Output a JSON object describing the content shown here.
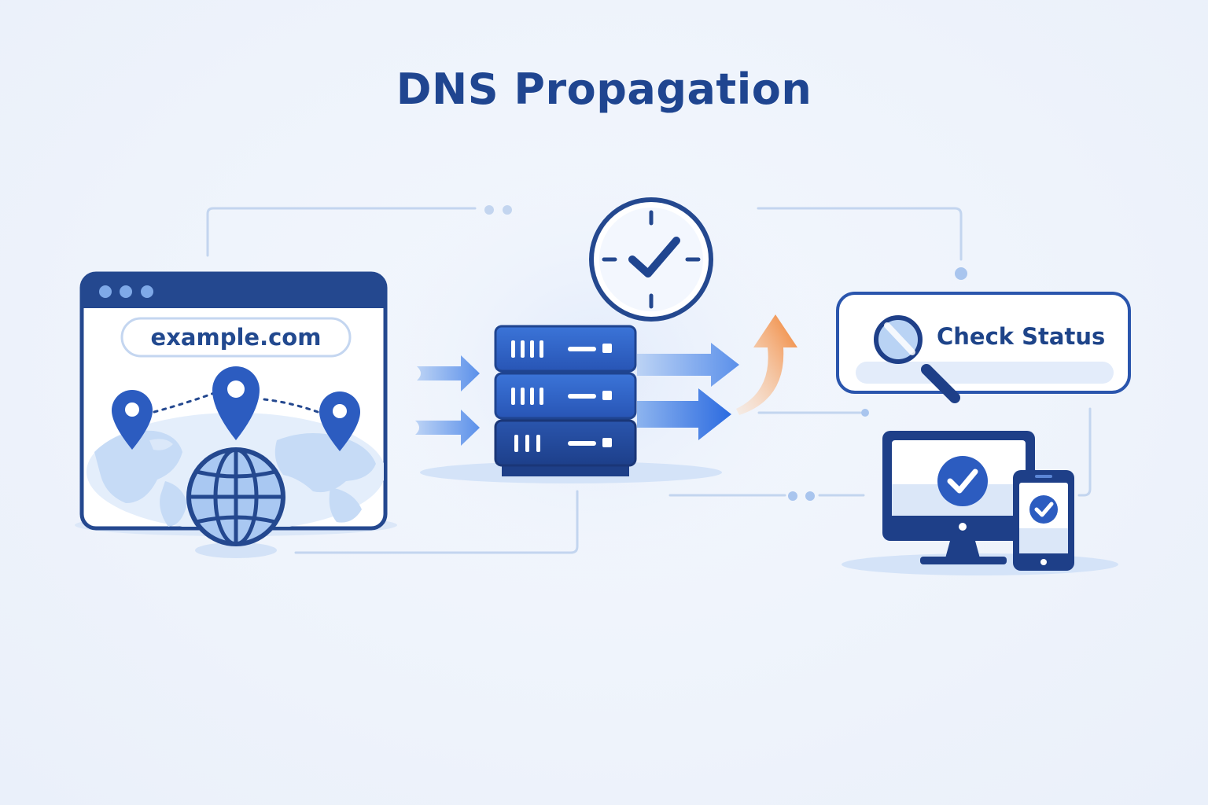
{
  "title": "DNS Propagation",
  "browser": {
    "address": "example.com"
  },
  "check_status": {
    "label": "Check Status"
  },
  "icons": {
    "browser": "browser-window-icon",
    "map_pins": "map-pin-icon",
    "globe": "globe-icon",
    "server": "server-stack-icon",
    "clock": "clock-check-icon",
    "search": "magnifier-icon",
    "devices": "monitor-and-phone-check-icon"
  },
  "colors": {
    "title": "#1f4590",
    "primary": "#1e4489",
    "accent_blue": "#2d6ae0",
    "light_blue": "#b9d3f4",
    "orange": "#f0802f",
    "background": "#eef3fb"
  }
}
